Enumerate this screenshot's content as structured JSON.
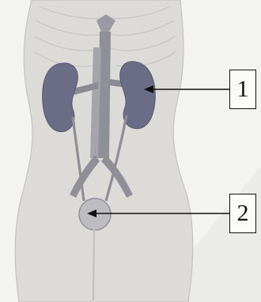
{
  "labels": [
    {
      "id": "1",
      "text": "1"
    },
    {
      "id": "2",
      "text": "2"
    }
  ],
  "colors": {
    "background": "#f3f3f0",
    "torso": "#d9d8d4",
    "torso_outline": "#bdbcb8",
    "kidney": "#6d6f88",
    "vessel": "#8a8a92",
    "bladder": "#b9b9bd",
    "pointer": "#111111"
  }
}
